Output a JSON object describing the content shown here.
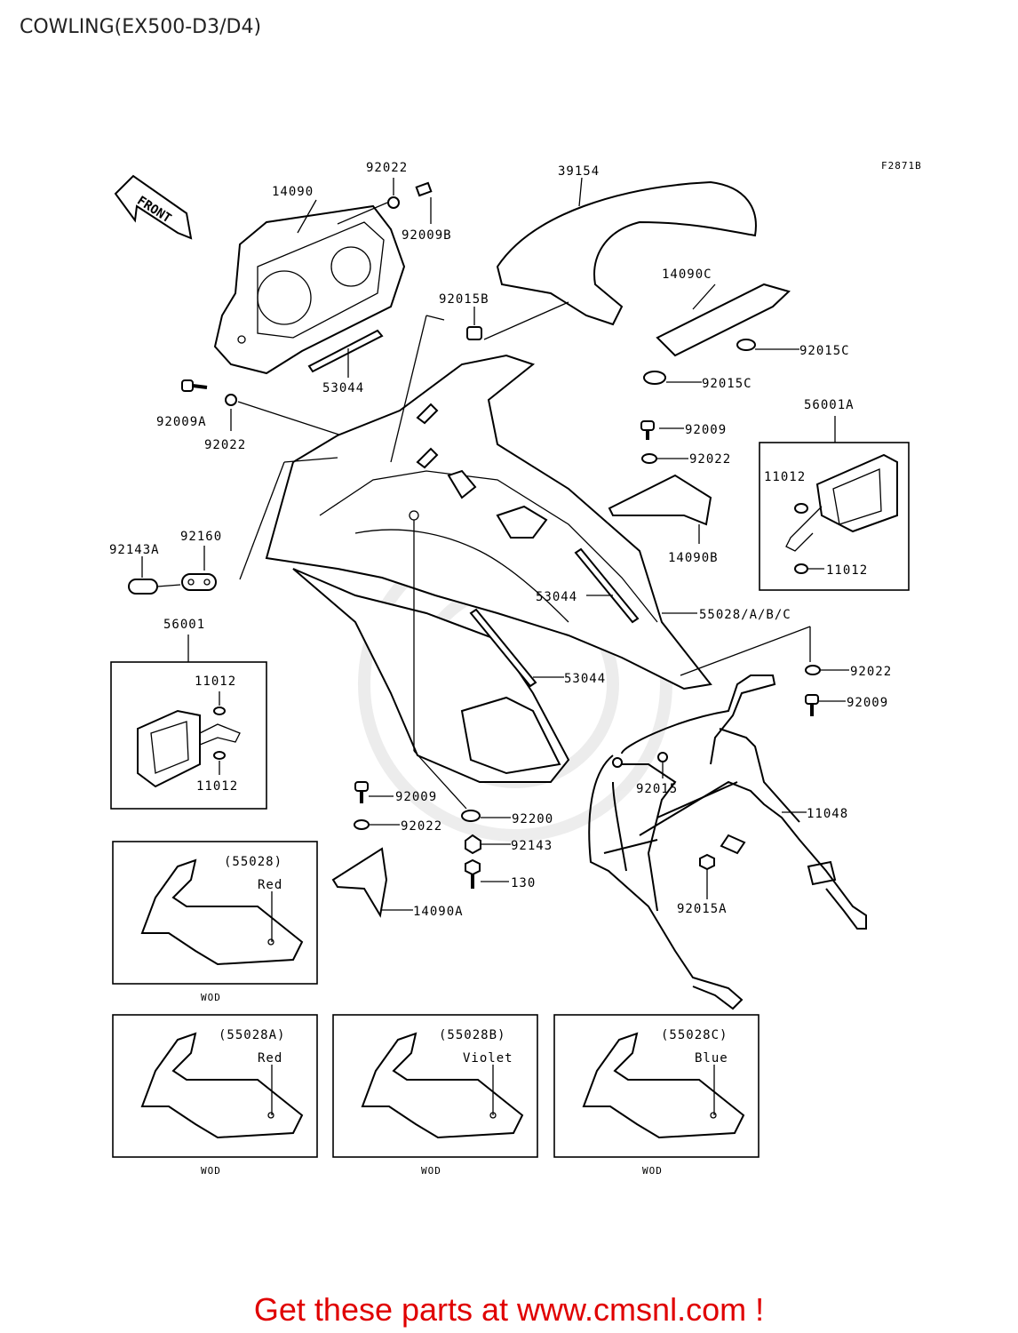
{
  "title": "COWLING(EX500-D3/D4)",
  "figure_code": "F2871B",
  "front_arrow": "FRONT",
  "parts": {
    "p14090": "14090",
    "p92022_top": "92022",
    "p92009B": "92009B",
    "p39154": "39154",
    "p92015B": "92015B",
    "p14090C": "14090C",
    "p92015C_a": "92015C",
    "p92015C_b": "92015C",
    "p53044_top": "53044",
    "p92009A": "92009A",
    "p92022_left": "92022",
    "p92009_r": "92009",
    "p92022_r": "92022",
    "p14090B": "14090B",
    "p56001A": "56001A",
    "p11012_r1": "11012",
    "p11012_r2": "11012",
    "p92143A": "92143A",
    "p92160": "92160",
    "p53044_mid": "53044",
    "p55028ABC": "55028/A/B/C",
    "p53044_low": "53044",
    "p92022_r2": "92022",
    "p92009_r2": "92009",
    "p56001": "56001",
    "p11012_l1": "11012",
    "p11012_l2": "11012",
    "p92009_low": "92009",
    "p92022_low": "92022",
    "p92200": "92200",
    "p92143": "92143",
    "p130": "130",
    "p14090A": "14090A",
    "p92015": "92015",
    "p11048": "11048",
    "p92015A": "92015A"
  },
  "variants": [
    {
      "code": "(55028)",
      "color": "Red",
      "footnote": "WOD"
    },
    {
      "code": "(55028A)",
      "color": "Red",
      "footnote": "WOD"
    },
    {
      "code": "(55028B)",
      "color": "Violet",
      "footnote": "WOD"
    },
    {
      "code": "(55028C)",
      "color": "Blue",
      "footnote": "WOD"
    }
  ],
  "footer": "Get these parts at www.cmsnl.com !",
  "colors": {
    "footer": "#e00000",
    "line": "#000000"
  }
}
